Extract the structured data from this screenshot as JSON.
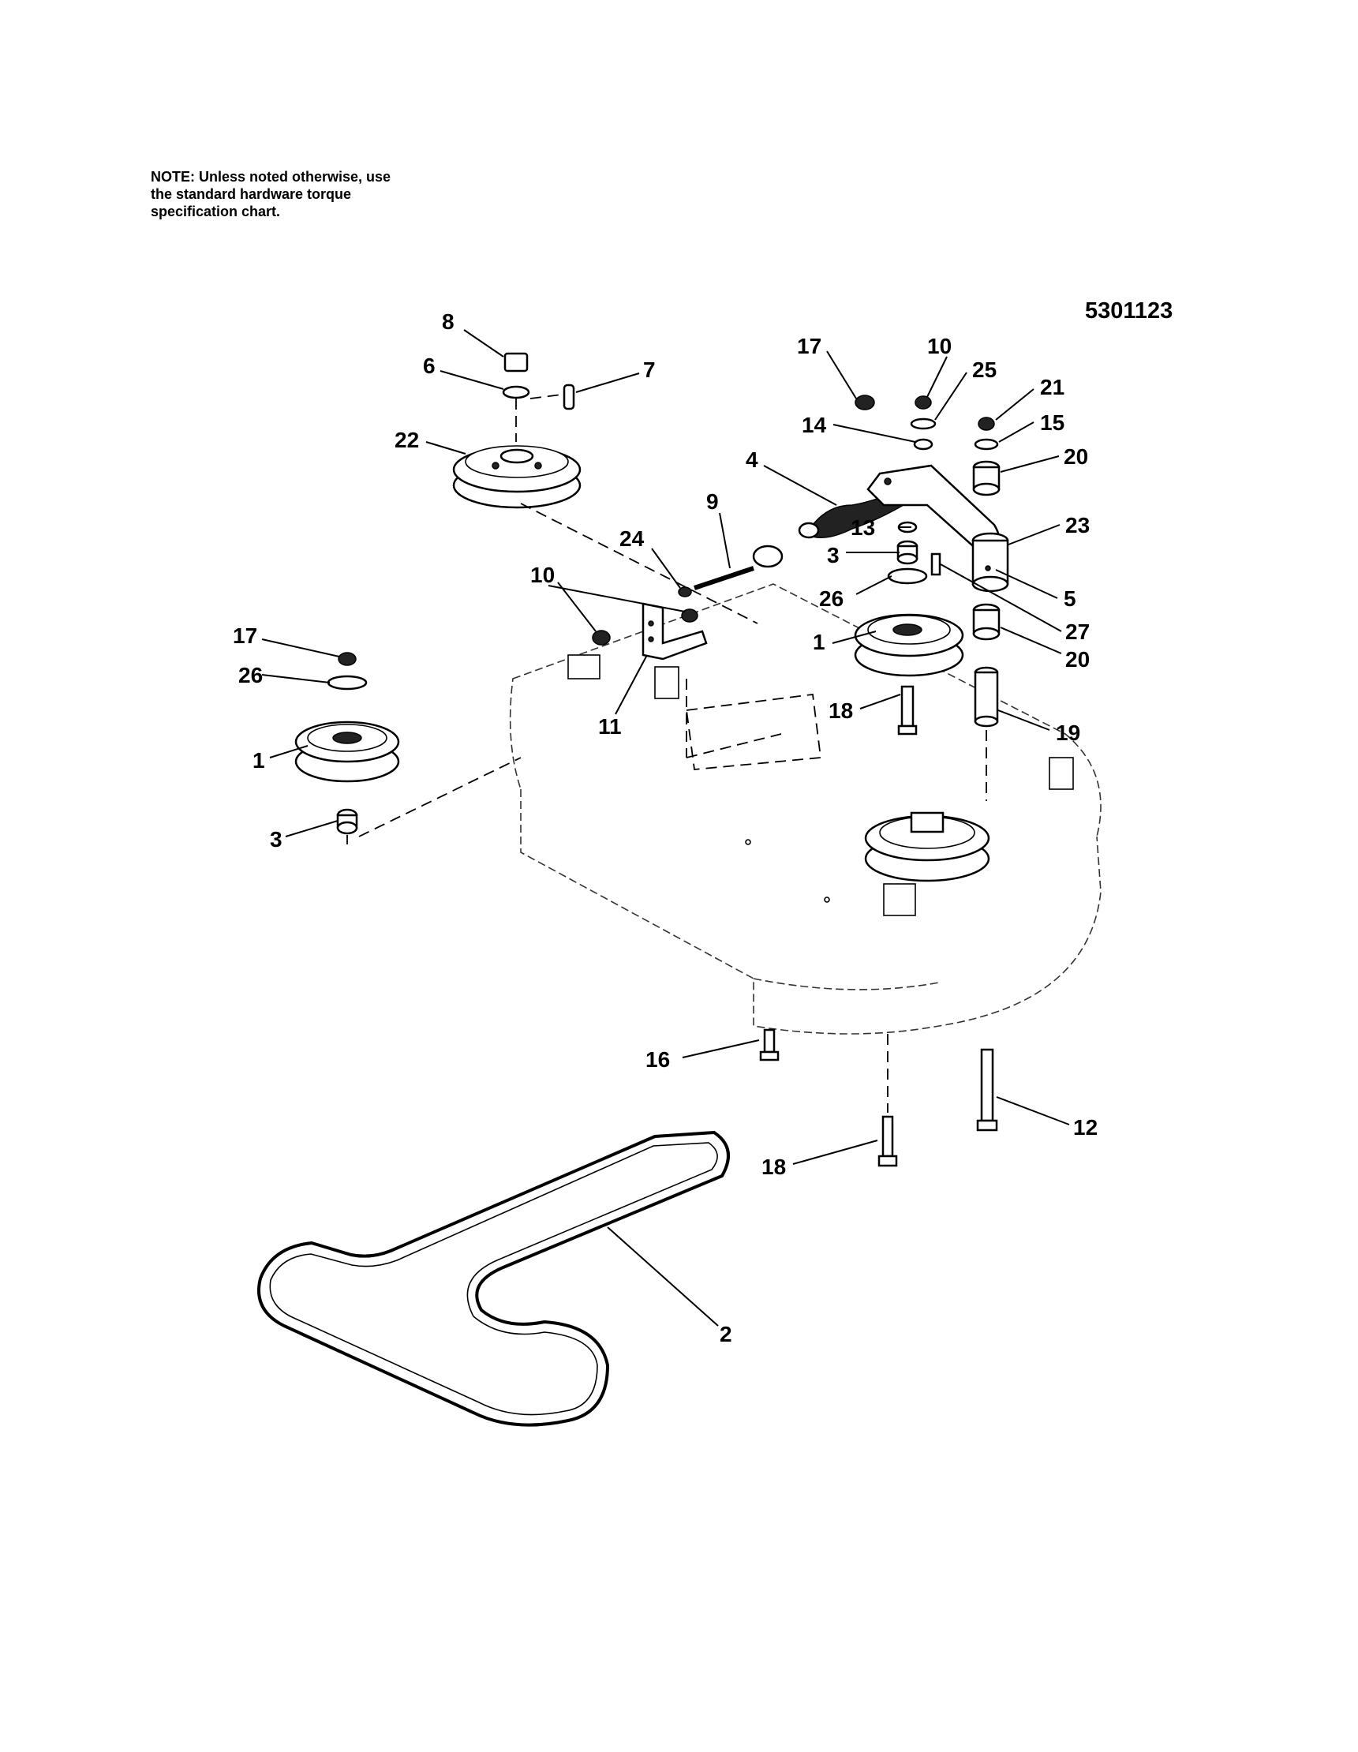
{
  "note": [
    "NOTE: Unless noted otherwise, use",
    "the standard hardware torque",
    "specification chart."
  ],
  "drawing_number": "5301123",
  "callouts": [
    "8",
    "6",
    "7",
    "22",
    "9",
    "24",
    "10",
    "11",
    "17",
    "26",
    "1",
    "3",
    "4",
    "14",
    "13",
    "3",
    "26",
    "1",
    "18",
    "17",
    "10",
    "25",
    "21",
    "15",
    "20",
    "23",
    "5",
    "27",
    "20",
    "19",
    "16",
    "18",
    "12",
    "2"
  ]
}
